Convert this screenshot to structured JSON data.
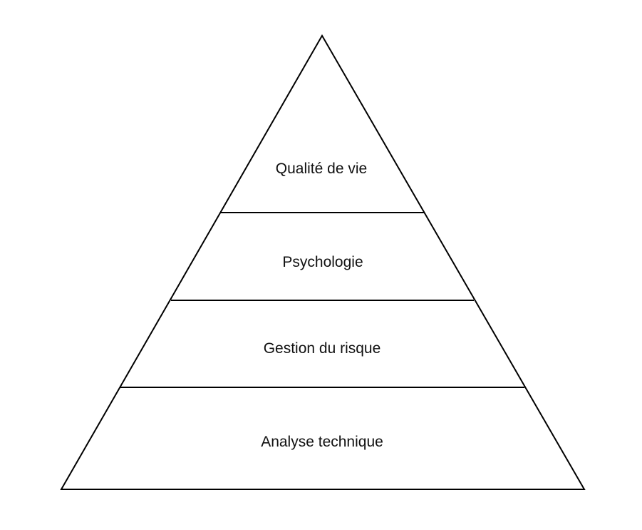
{
  "pyramid": {
    "levels": [
      {
        "label": "Qualité de vie"
      },
      {
        "label": "Psychologie"
      },
      {
        "label": "Gestion du risque"
      },
      {
        "label": "Analyse technique"
      }
    ],
    "stroke_color": "#000000",
    "fill_color": "#ffffff"
  }
}
